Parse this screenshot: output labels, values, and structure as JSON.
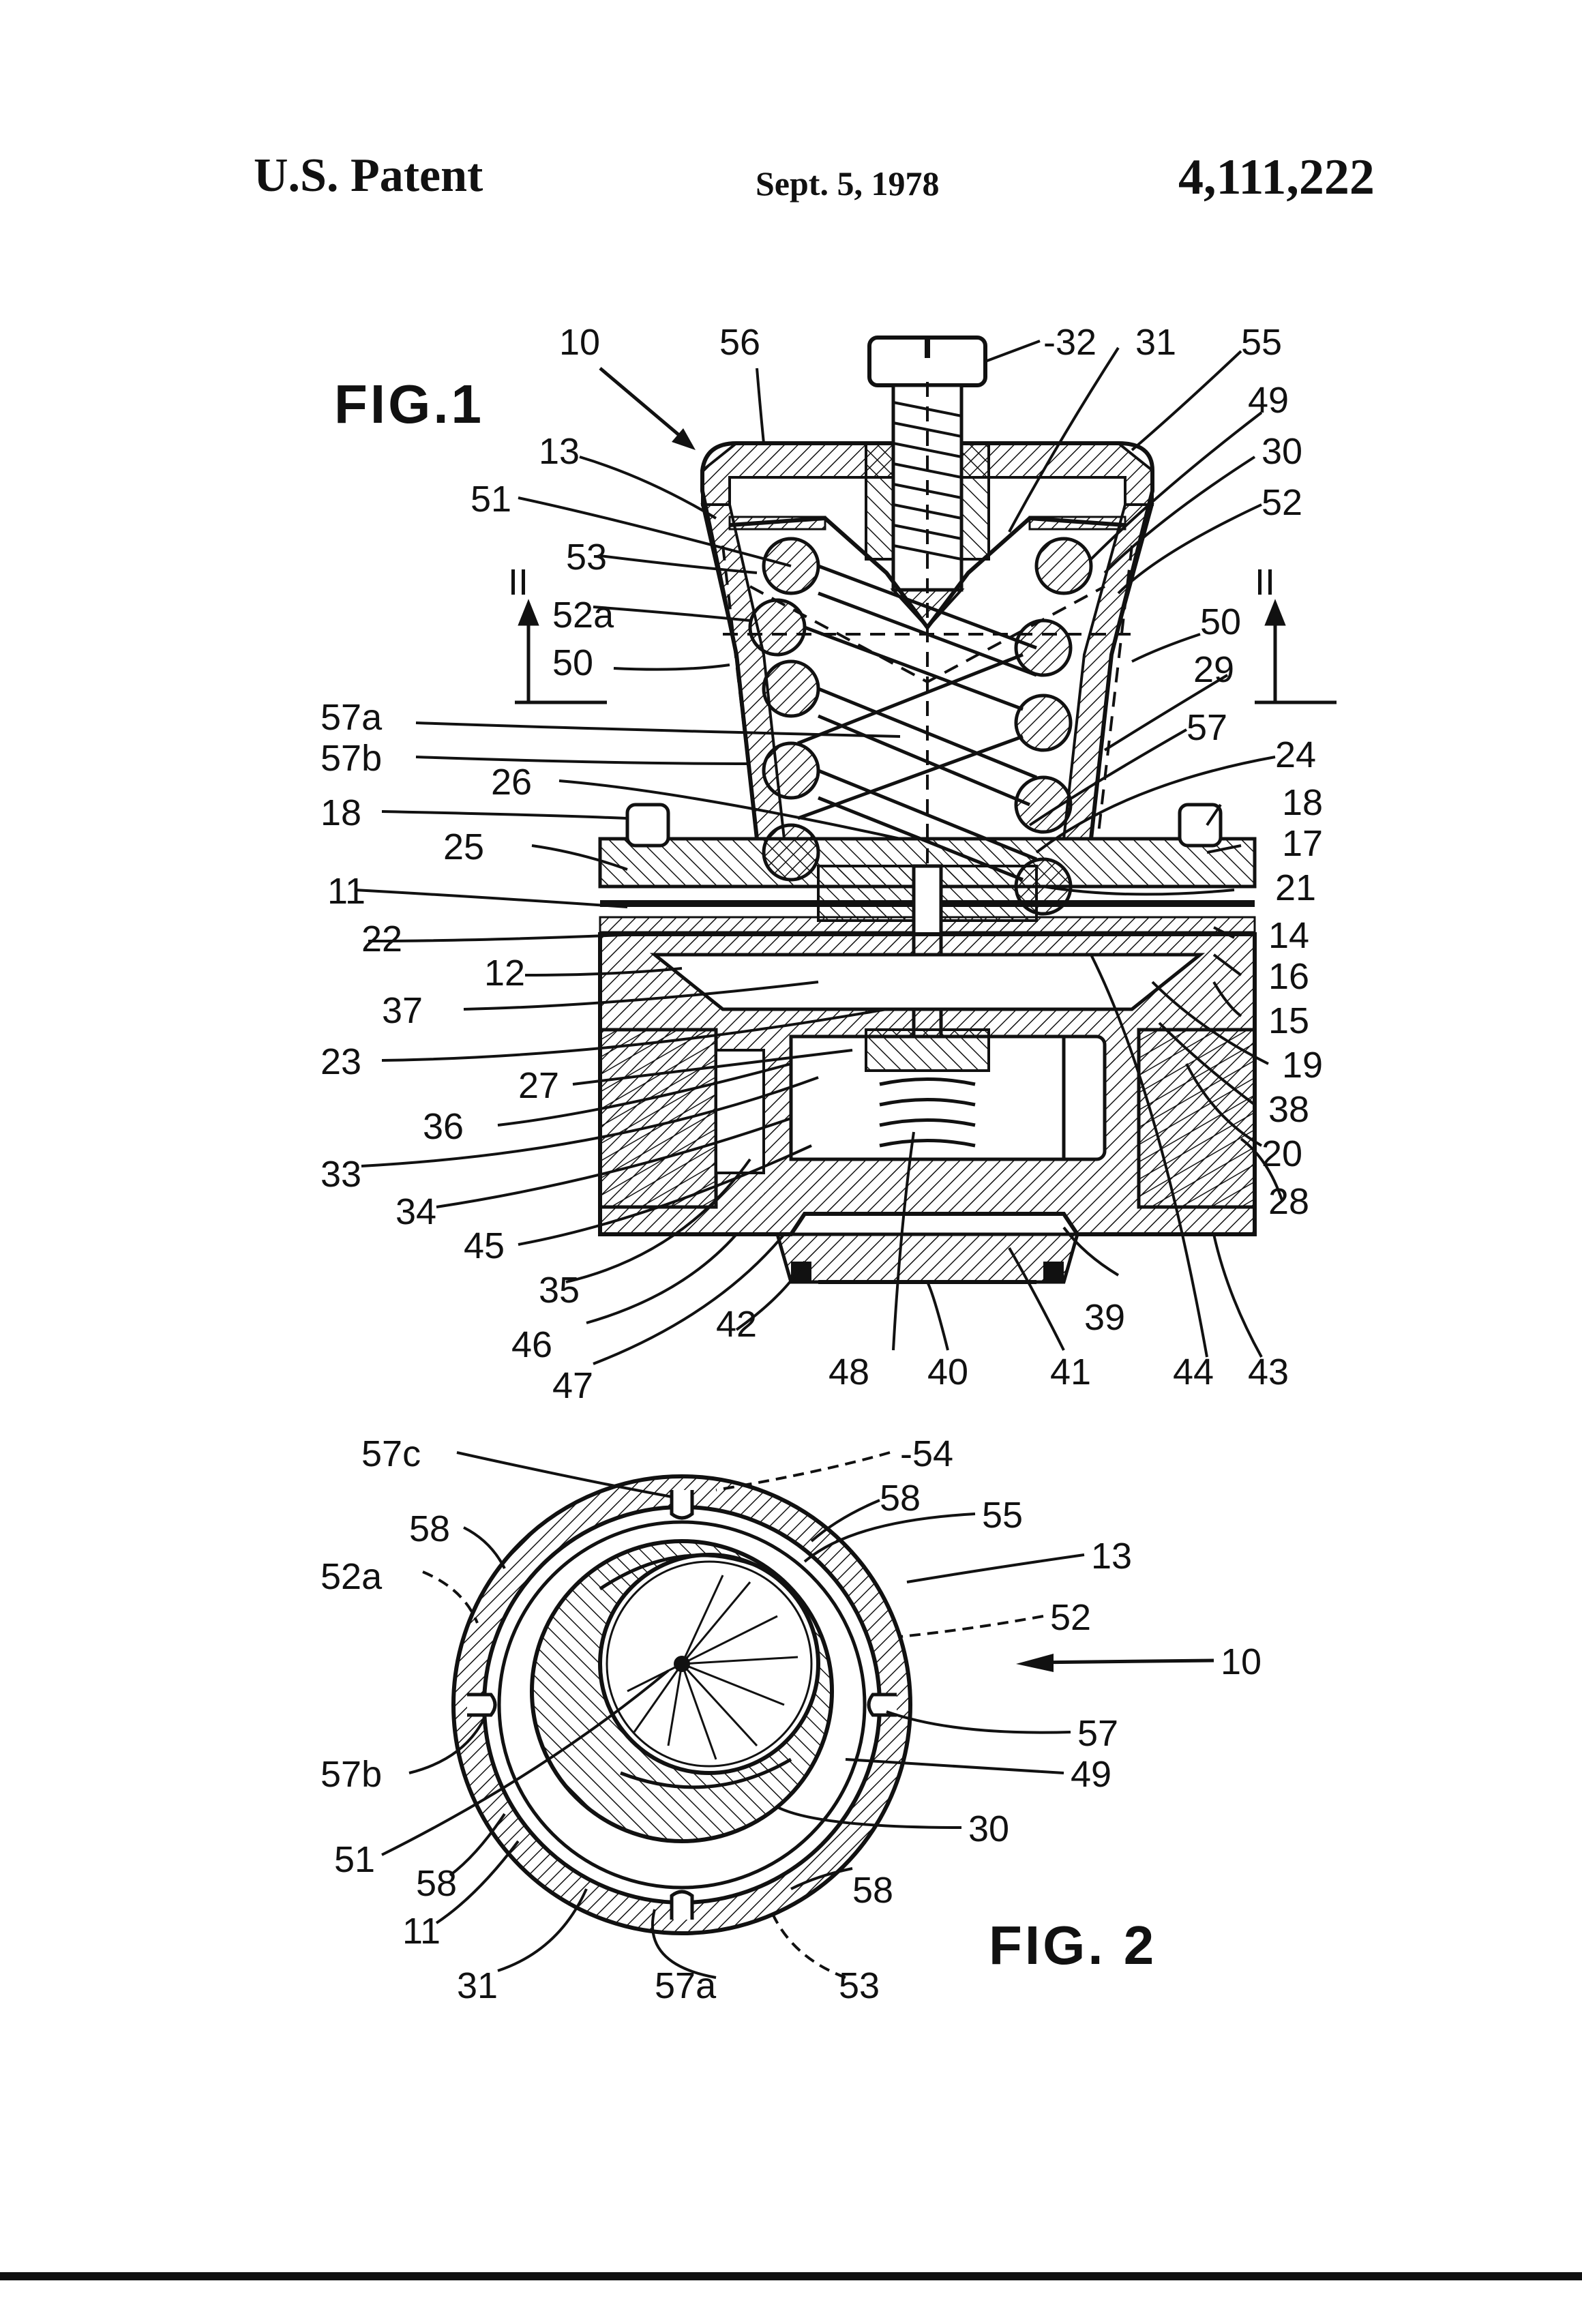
{
  "header": {
    "left": "U.S. Patent",
    "date": "Sept. 5, 1978",
    "number": "4,111,222"
  },
  "figures": {
    "fig1": {
      "title": "FIG.1",
      "section_mark_left": "II",
      "section_mark_right": "II",
      "labels": [
        "10",
        "56",
        "32",
        "31",
        "55",
        "49",
        "30",
        "52",
        "50",
        "29",
        "57",
        "24",
        "18",
        "17",
        "21",
        "14",
        "16",
        "15",
        "19",
        "38",
        "20",
        "28",
        "43",
        "44",
        "41",
        "39",
        "40",
        "48",
        "42",
        "47",
        "46",
        "35",
        "45",
        "34",
        "33",
        "36",
        "27",
        "23",
        "37",
        "12",
        "22",
        "11",
        "25",
        "26",
        "57b",
        "57a",
        "50",
        "52a",
        "53",
        "51",
        "13",
        "18"
      ]
    },
    "fig2": {
      "title": "FIG. 2",
      "labels": [
        "57c",
        "54",
        "58",
        "55",
        "13",
        "52",
        "10",
        "57",
        "49",
        "30",
        "58",
        "53",
        "57a",
        "31",
        "11",
        "58",
        "51",
        "57b",
        "52a",
        "58"
      ]
    }
  },
  "colors": {
    "ink": "#111111",
    "paper": "#ffffff"
  }
}
